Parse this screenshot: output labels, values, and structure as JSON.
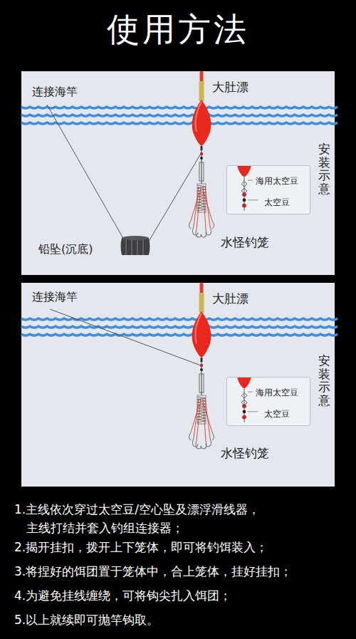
{
  "diagram": {
    "title": "使用方法",
    "nodes": [
      {
        "text": [
          "海用太空豆",
          "太空豆"
        ]
      },
      {
        "text": [
          "海用太空豆",
          "太空豆"
        ]
      }
    ],
    "labels": [
      "连接海竿",
      "大肚漂",
      "铅坠(沉底)",
      "水怪钓笼",
      "安装示意",
      "连接海竿",
      "大肚漂",
      "水怪钓笼",
      "安装示意",
      "1.主线依次穿过太空豆/空心坠及漂浮滑线器， 主线打结并套入钓组连接器；",
      "2.揭开挂扣，拨开上下笼体，即可将钓饵装入；",
      "3.将捏好的饵团置于笼体中，合上笼体，挂好挂扣；",
      "4.为避免挂线缠绕，可将钩尖扎入饵团；",
      "5.以上就续即可抛竿钩取。"
    ]
  }
}
